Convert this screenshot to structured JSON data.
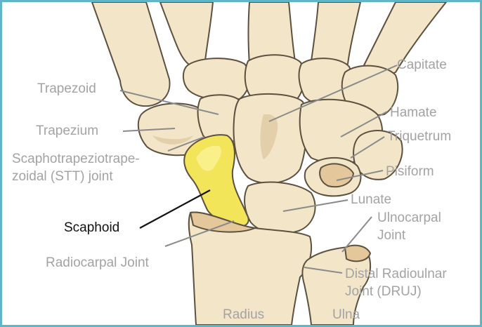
{
  "colors": {
    "border": "#5eb6c6",
    "bone": "#f3e6c8",
    "scaphoid_highlight": "#f3e55a",
    "label_gray": "#a3a3a3",
    "label_emphasis": "#111111"
  },
  "labels": {
    "capitate": "Capitate",
    "trapezoid": "Trapezoid",
    "hamate": "Hamate",
    "trapezium": "Trapezium",
    "triquetrum": "Triquetrum",
    "stt_line1": "Scaphotrapeziotrape-",
    "stt_line2": "zoidal (STT) joint",
    "pisiform": "Pisiform",
    "lunate": "Lunate",
    "scaphoid": "Scaphoid",
    "ulnocarpal_line1": "Ulnocarpal",
    "ulnocarpal_line2": "Joint",
    "radiocarpal": "Radiocarpal Joint",
    "druj_line1": "Distal Radioulnar",
    "druj_line2": "Joint (DRUJ)",
    "radius": "Radius",
    "ulna": "Ulna"
  }
}
